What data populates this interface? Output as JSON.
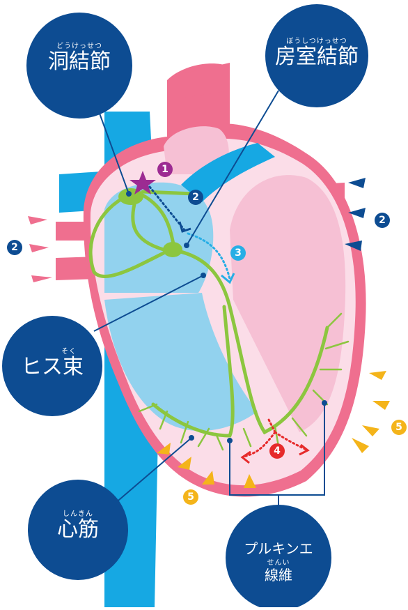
{
  "colors": {
    "navy": "#0d4c92",
    "vessel_blue": "#16a8e3",
    "atrium_blue": "#92d2ee",
    "heart_pink": "#ef6f8f",
    "chamber_pink": "#f6c0d4",
    "wall_light": "#fbdde8",
    "conduction_green": "#8cc63f",
    "node_green": "#8cc63f",
    "star_purple": "#9c2b92",
    "step3_cyan": "#27aee5",
    "step4_red": "#e62a2a",
    "step5_yellow": "#f4b41a"
  },
  "labels": {
    "sa_node": {
      "ruby": "どうけっせつ",
      "text": "洞結節"
    },
    "av_node": {
      "ruby": "ぼうしつけっせつ",
      "text": "房室結節"
    },
    "his_bundle": {
      "text_a": "ヒス",
      "ruby": "そく",
      "text_b": "束"
    },
    "myocardium": {
      "ruby": "しんきん",
      "text": "心筋"
    },
    "purkinje": {
      "line1": "プルキンエ",
      "ruby": "せんい",
      "line2": "線維"
    }
  },
  "steps": {
    "s1": "1",
    "s2a": "2",
    "s2b": "2",
    "s2c": "2",
    "s3": "3",
    "s4": "4",
    "s5a": "5",
    "s5b": "5"
  },
  "icons": {
    "star": "star-icon",
    "arrow": "triangle-arrow-icon"
  }
}
